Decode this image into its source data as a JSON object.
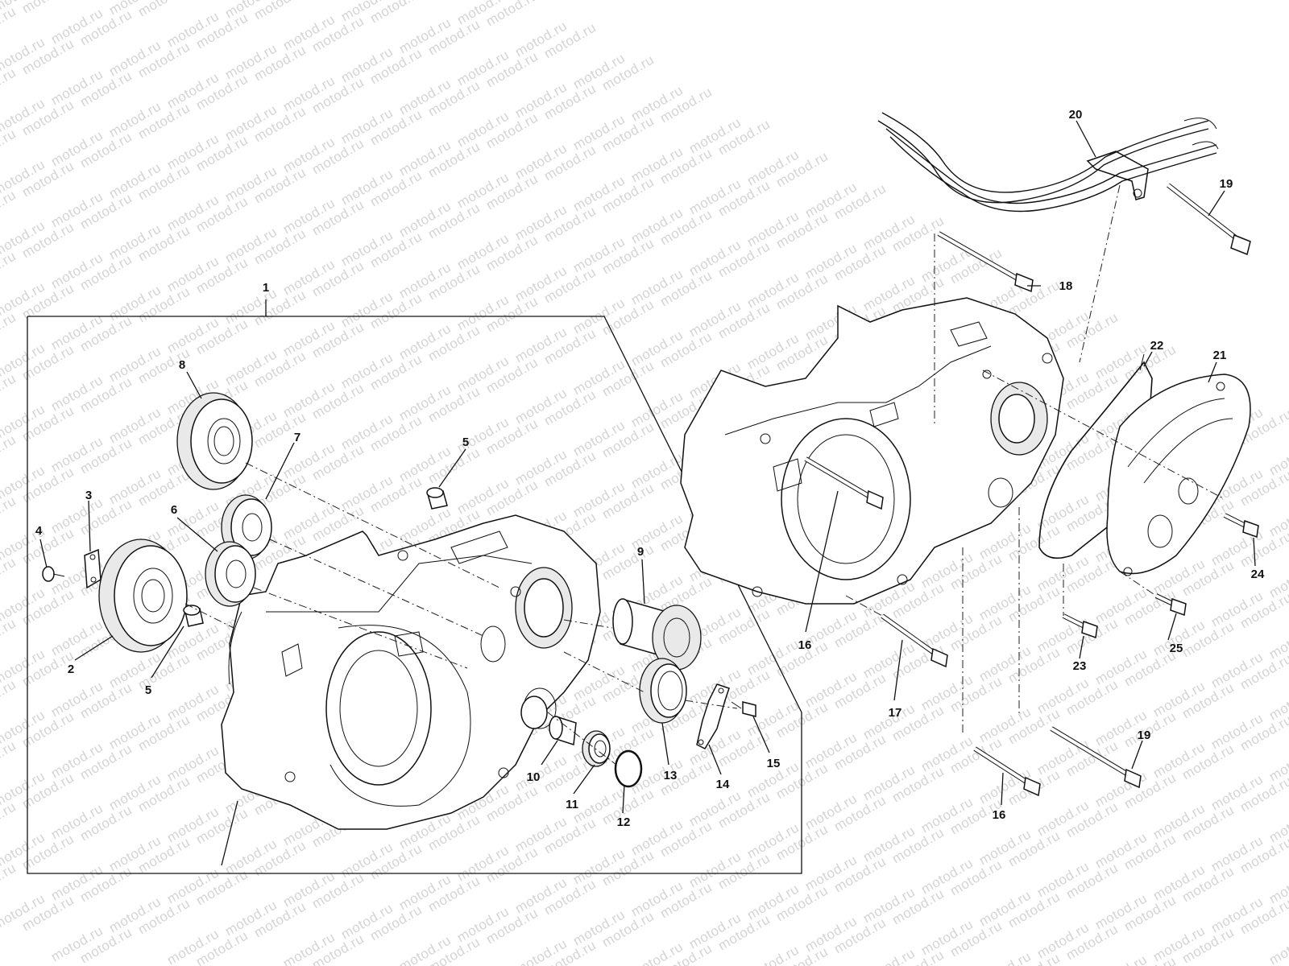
{
  "watermark": {
    "text": "motod.ru"
  },
  "callouts": [
    {
      "id": "c1",
      "text": "1"
    },
    {
      "id": "c2",
      "text": "2"
    },
    {
      "id": "c3",
      "text": "3"
    },
    {
      "id": "c4",
      "text": "4"
    },
    {
      "id": "c5a",
      "text": "5"
    },
    {
      "id": "c5b",
      "text": "5"
    },
    {
      "id": "c6",
      "text": "6"
    },
    {
      "id": "c7",
      "text": "7"
    },
    {
      "id": "c8",
      "text": "8"
    },
    {
      "id": "c9",
      "text": "9"
    },
    {
      "id": "c10",
      "text": "10"
    },
    {
      "id": "c11",
      "text": "11"
    },
    {
      "id": "c12",
      "text": "12"
    },
    {
      "id": "c13",
      "text": "13"
    },
    {
      "id": "c14",
      "text": "14"
    },
    {
      "id": "c15",
      "text": "15"
    },
    {
      "id": "c16a",
      "text": "16"
    },
    {
      "id": "c16b",
      "text": "16"
    },
    {
      "id": "c17",
      "text": "17"
    },
    {
      "id": "c18",
      "text": "18"
    },
    {
      "id": "c19a",
      "text": "19"
    },
    {
      "id": "c19b",
      "text": "19"
    },
    {
      "id": "c20",
      "text": "20"
    },
    {
      "id": "c21",
      "text": "21"
    },
    {
      "id": "c22",
      "text": "22"
    },
    {
      "id": "c23",
      "text": "23"
    },
    {
      "id": "c24",
      "text": "24"
    },
    {
      "id": "c25",
      "text": "25"
    }
  ]
}
